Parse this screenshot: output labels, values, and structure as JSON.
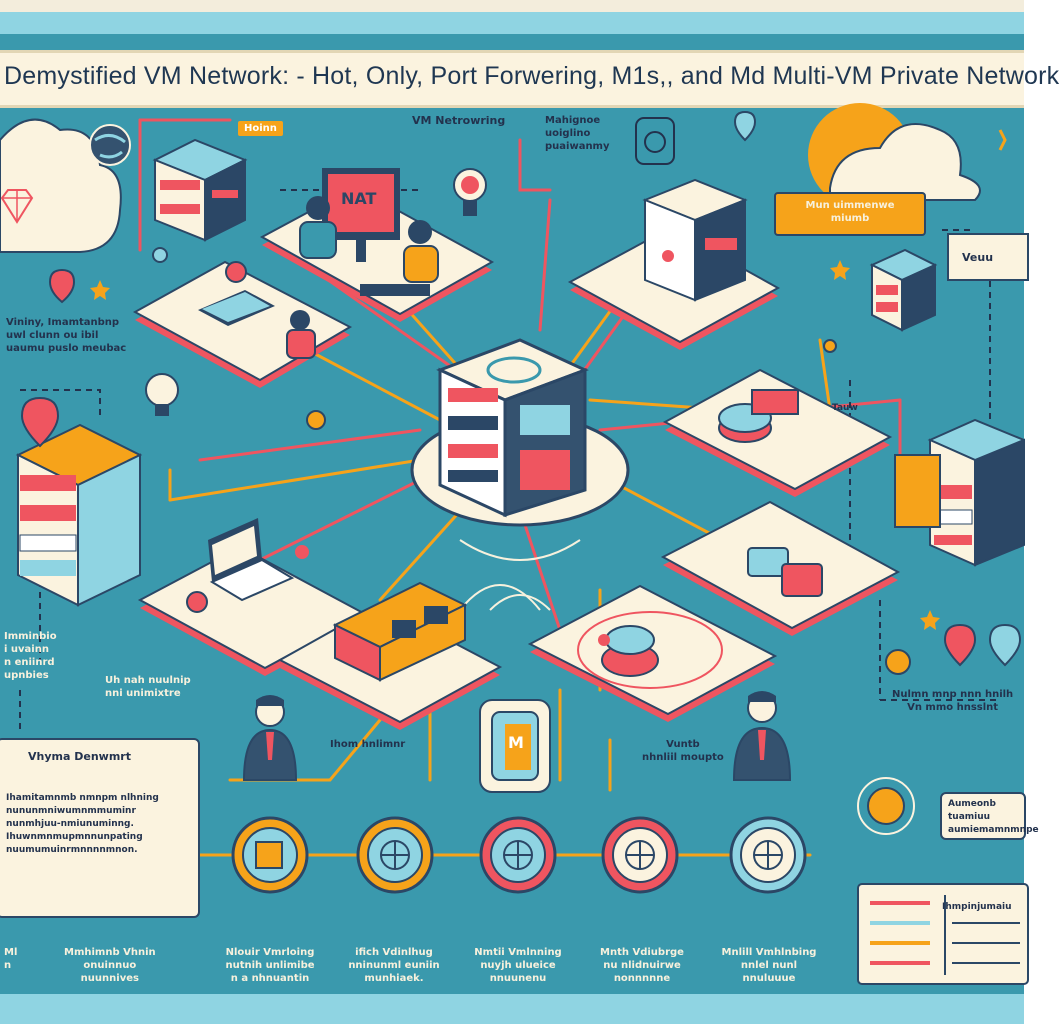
{
  "title": "Demystified VM Network: - Hot, Only,  Port Forwering,  M1s,, and Md Multi-VM Private Network",
  "labels": {
    "top_tag": "Hoinn",
    "vm_networking": "VM Netrowring",
    "upper_center_note": "Mahignoe\nuoiglino\npuaiwanmy",
    "left_note": "Vininy, Imamtanbnp\nuwl clunn ou ibil\nuaumu puslo meubac",
    "cloud_banner": "Mun uimmenwe\nmiumb",
    "right_tag": "Veuu",
    "small_right_label": "Tauw",
    "screen_text": "NAT",
    "appliance_label": "M",
    "left_lower_note": "Imminbio\ni uvainn\nn eniinrd\nupnbies",
    "center_left_note": "Uh nah nuulnip\nnni unimixtre",
    "center_note": "Ihom hnlimnr",
    "right_center_note": "Vuntb\nnhnliil moupto",
    "right_lower_note": "Nulmn mnp nnn hnilh\nVn mmo hnsslnt",
    "right_card_note": "Aumeonb tuamiuu\naumiemamnmnpe",
    "left_card_title": "Vhyma Denwmrt",
    "left_card_body": "Ihamitamnmb nmnpm nlhning\nnununmniwumnmmuminr\nnunmhjuu-nmiunuminng.\nIhuwnmnmupmnnunpating\nnuumumuinrmnnnnmnon.",
    "right_card_title": "Ihmpinjumaiu",
    "bottom_left_label": "Mmhimnb Vhnin\nonuinnuo\nnuunnives",
    "bottom_left_edge": "Ml\nn",
    "bottom_labels": [
      "Nlouir Vmrloing\nnutnih unlimibe\nn a nhnuantin",
      "ifich Vdinlhug\nnninunml euniin\nmunhiaek.",
      "Nmtii Vmlnning\nnuyjh ulueice\nnnuunenu",
      "Mnth Vdiubrge\nnu nlidnuirwe\nnonnnnne",
      "Mnlill Vmhlnbing\nnnlel nunl\nnnuluuue"
    ]
  },
  "icons": {
    "top_left_globe": "globe-icon",
    "brand": "gem-logo",
    "camera": "camera-icon",
    "lightbulb": "lightbulb-icon",
    "star": "star-icon",
    "map_pin": "map-pin-icon",
    "coin": "coin-icon",
    "ring_icons": [
      "box-icon",
      "globe-icon",
      "globe-icon",
      "globe-icon",
      "globe-icon"
    ]
  },
  "colors": {
    "board": "#3a99ad",
    "cream": "#fbf3df",
    "navy": "#2b4766",
    "coral": "#ef5560",
    "orange": "#f6a31a",
    "light_blue": "#8fd4e2"
  }
}
